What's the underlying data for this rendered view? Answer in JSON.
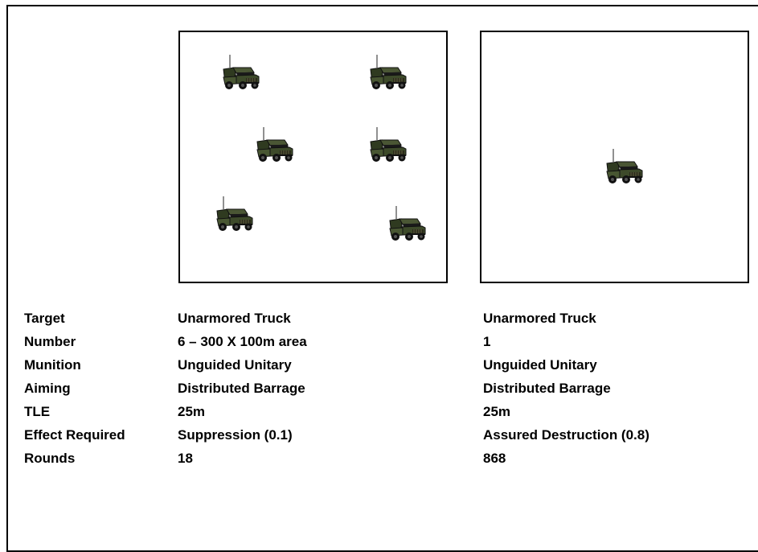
{
  "labels": {
    "target": "Target",
    "number": "Number",
    "munition": "Munition",
    "aiming": "Aiming",
    "tle": "TLE",
    "effect": "Effect Required",
    "rounds": "Rounds"
  },
  "left_scenario": {
    "target": "Unarmored Truck",
    "number": "6 – 300 X 100m area",
    "munition": "Unguided Unitary",
    "aiming": "Distributed Barrage",
    "tle": "25m",
    "effect": "Suppression (0.1)",
    "rounds": "18",
    "vehicle_icon": "military-truck-icon"
  },
  "right_scenario": {
    "target": "Unarmored Truck",
    "number": "1",
    "munition": "Unguided Unitary",
    "aiming": "Distributed Barrage",
    "tle": "25m",
    "effect": "Assured Destruction (0.8)",
    "rounds": "868",
    "vehicle_icon": "military-truck-icon"
  },
  "colors": {
    "vehicle_body": "#3d4a2a",
    "vehicle_dark": "#1f2616",
    "border": "#000000"
  }
}
